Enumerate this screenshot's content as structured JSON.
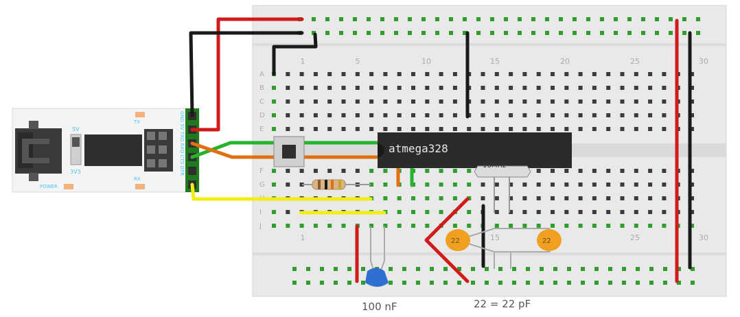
{
  "breadboard": {
    "row_letters_top": [
      "A",
      "B",
      "C",
      "D",
      "E"
    ],
    "row_letters_bottom": [
      "F",
      "G",
      "H",
      "I",
      "J"
    ],
    "column_numbers": [
      "1",
      "5",
      "10",
      "15",
      "20",
      "25",
      "30"
    ]
  },
  "ftdi": {
    "power_label": "POWER",
    "tx_label": "TX",
    "rx_label": "RX",
    "v5_label": "5V",
    "v33_label": "3V3",
    "pin_labels": "GND 5V TXD RXD CTS DTR"
  },
  "chip": {
    "label": "atmega328"
  },
  "crystal": {
    "label": "16MHz"
  },
  "capacitors": {
    "left_value": "22",
    "right_value": "22"
  },
  "captions": {
    "capacitor_100nf": "100 nF",
    "capacitor_22pf": "22 = 22 pF"
  },
  "colors": {
    "board": "#e9e9e9",
    "hole_green": "#2f9e2f",
    "wire_red": "#d11a1a",
    "wire_black": "#1a1a1a",
    "wire_green": "#29b32d",
    "wire_orange": "#e07010",
    "wire_yellow": "#f2ee12",
    "chip": "#2b2b2b",
    "capacitor_orange": "#f0a020",
    "capacitor_blue": "#2f6fd0"
  }
}
